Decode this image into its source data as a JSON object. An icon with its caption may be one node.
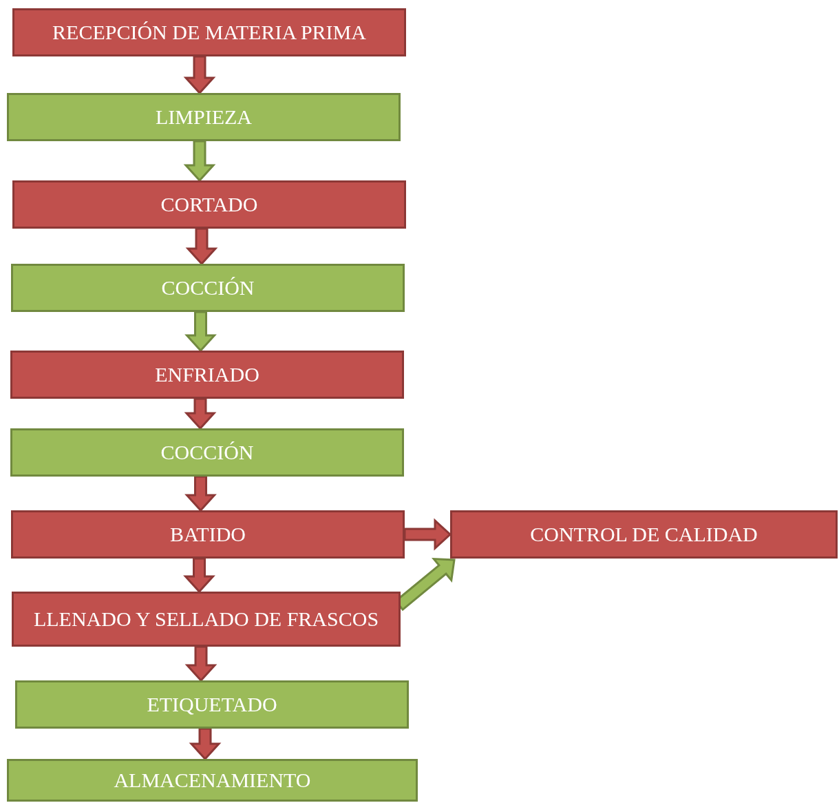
{
  "diagram": {
    "nodes": [
      {
        "text": [
          "RECEPCIÓN DE MATERIA PRIMA"
        ]
      },
      {
        "text": [
          "LIMPIEZA"
        ]
      },
      {
        "text": [
          "CORTADO"
        ]
      },
      {
        "text": [
          "COCCIÓN"
        ]
      },
      {
        "text": [
          "ENFRIADO"
        ]
      },
      {
        "text": [
          "COCCIÓN"
        ]
      },
      {
        "text": [
          "BATIDO"
        ]
      },
      {
        "text": [
          "CONTROL DE CALIDAD"
        ]
      },
      {
        "text": [
          "LLENADO Y SELLADO DE FRASCOS"
        ]
      },
      {
        "text": [
          "ETIQUETADO"
        ]
      },
      {
        "text": [
          "ALMACENAMIENTO"
        ]
      }
    ],
    "edges": [
      {
        "from": 0,
        "to": 1,
        "arrow": "to"
      },
      {
        "from": 1,
        "to": 2,
        "arrow": "to",
        "color": "#9bbb59"
      },
      {
        "from": 2,
        "to": 3,
        "arrow": "to"
      },
      {
        "from": 3,
        "to": 4,
        "arrow": "to",
        "color": "#9bbb59"
      },
      {
        "from": 4,
        "to": 5,
        "arrow": "to"
      },
      {
        "from": 5,
        "to": 6,
        "arrow": "to"
      },
      {
        "from": 6,
        "to": 7,
        "arrow": "to"
      },
      {
        "from": 6,
        "to": 8,
        "arrow": "to"
      },
      {
        "from": 8,
        "to": 7,
        "arrow": "to",
        "color": "#9bbb59"
      },
      {
        "from": 8,
        "to": 9,
        "arrow": "to"
      },
      {
        "from": 9,
        "to": 10,
        "arrow": "to"
      }
    ]
  }
}
